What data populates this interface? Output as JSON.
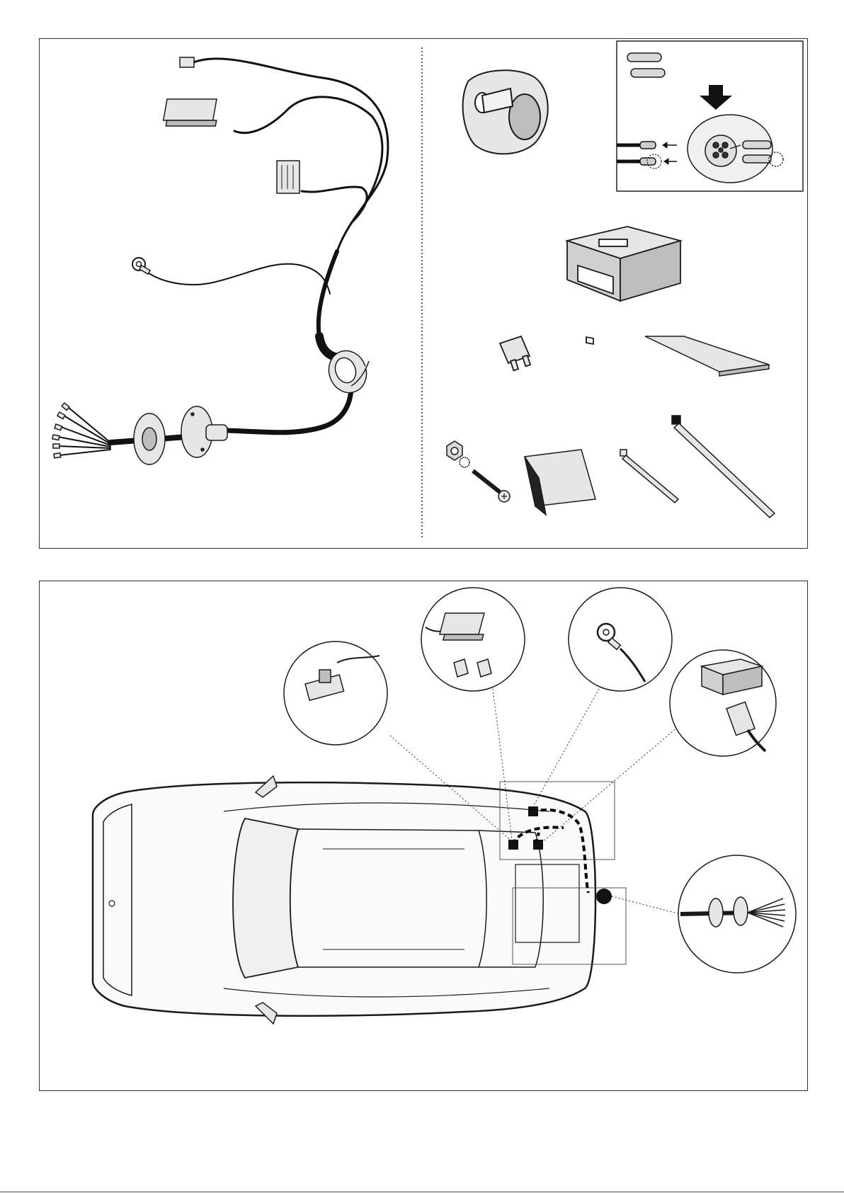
{
  "document": {
    "type": "towbar wiring kit installation diagram",
    "text_labels": []
  },
  "colors": {
    "stroke": "#1a1a1a",
    "cable": "#111111",
    "part_fill": "#e6e6e6",
    "part_shade": "#bdbdbd",
    "route_dash": "#000000"
  },
  "parts_panel": {
    "items": [
      {
        "name": "wiring-harness",
        "icon": "harness-with-connectors"
      },
      {
        "name": "trailer-socket",
        "icon": "13-pin-socket"
      },
      {
        "name": "contact-pins",
        "icon": "pin-insertion-detail"
      },
      {
        "name": "control-module",
        "icon": "electronic-module"
      },
      {
        "name": "fuse",
        "icon": "blade-fuse"
      },
      {
        "name": "foam-strip",
        "icon": "adhesive-strip"
      },
      {
        "name": "nut-washer-screw",
        "icon": "screw-set"
      },
      {
        "name": "adhesive-pad",
        "icon": "adhesive-pad"
      },
      {
        "name": "cable-tie-small",
        "icon": "cable-tie"
      },
      {
        "name": "cable-tie-large",
        "icon": "cable-tie"
      }
    ]
  },
  "car_panel": {
    "callouts": [
      {
        "name": "tail-light-connector",
        "icon": "plug-connector"
      },
      {
        "name": "fuse-connector",
        "icon": "fuse-box-connector"
      },
      {
        "name": "ground-point",
        "icon": "ring-terminal"
      },
      {
        "name": "module-connector",
        "icon": "module-plug"
      },
      {
        "name": "socket-grommet",
        "icon": "grommet-with-wires"
      }
    ]
  }
}
